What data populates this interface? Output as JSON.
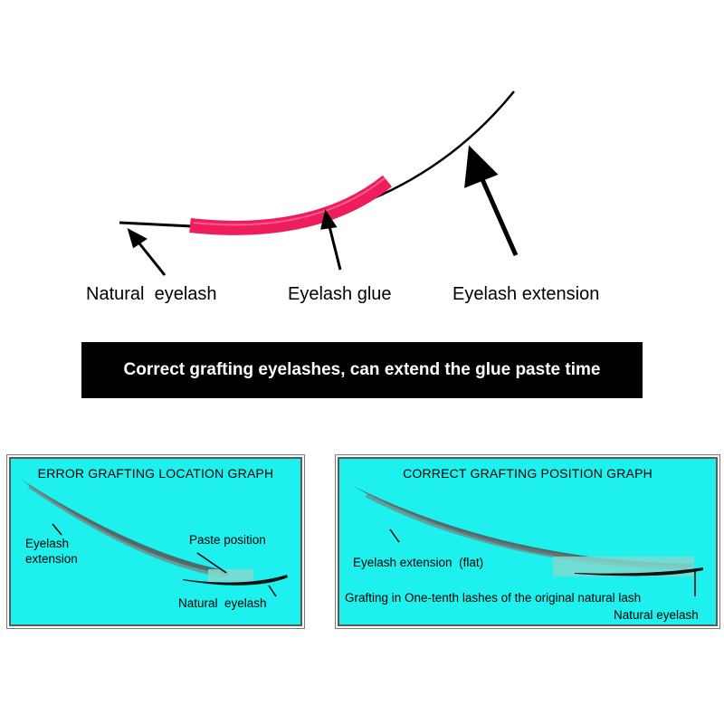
{
  "top": {
    "labels": {
      "natural": "Natural  eyelash",
      "glue": "Eyelash glue",
      "extension": "Eyelash extension"
    },
    "colors": {
      "glue": "#ee1e5e",
      "lash": "#000000"
    }
  },
  "banner": {
    "text": "Correct grafting eyelashes, can extend the glue paste time"
  },
  "error_panel": {
    "title": "ERROR GRAFTING LOCATION GRAPH",
    "extension_label": "Eyelash\nextension",
    "paste_label": "Paste position",
    "natural_label": "Natural  eyelash"
  },
  "correct_panel": {
    "title": "CORRECT GRAFTING POSITION GRAPH",
    "extension_label": "Eyelash extension  (flat)",
    "grafting_label": "Grafting in One-tenth lashes of the original natural lash",
    "natural_label": "Natural eyelash"
  },
  "colors": {
    "panel_bg": "#1ef0ee",
    "banner_bg": "#000000"
  }
}
